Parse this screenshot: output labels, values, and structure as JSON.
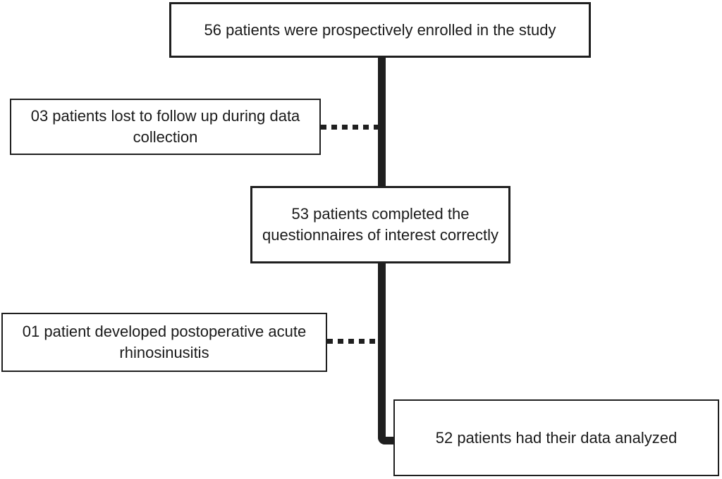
{
  "diagram": {
    "type": "flowchart",
    "nodes": [
      {
        "id": "enrolled",
        "text": "56 patients were prospectively enrolled in the study"
      },
      {
        "id": "lost-followup",
        "text": "03 patients lost to follow up during data collection"
      },
      {
        "id": "completed",
        "text": "53 patients completed the questionnaires of interest correctly"
      },
      {
        "id": "rhinosinusitis",
        "text": "01 patient developed postoperative acute rhinosinusitis"
      },
      {
        "id": "analyzed",
        "text": "52 patients  had their data analyzed"
      }
    ],
    "connectors": [
      {
        "id": "main-flow-line",
        "style": "solid-thick",
        "from": "enrolled",
        "to": "analyzed",
        "via": "completed"
      },
      {
        "id": "dotted-connector-1",
        "style": "dotted",
        "from": "main-flow",
        "to": "lost-followup"
      },
      {
        "id": "dotted-connector-2",
        "style": "dotted",
        "from": "main-flow",
        "to": "rhinosinusitis"
      }
    ],
    "colors": {
      "background": "#ffffff",
      "border": "#1f1f1f",
      "line": "#1f1f1f",
      "text": "#1a1a1a"
    }
  }
}
